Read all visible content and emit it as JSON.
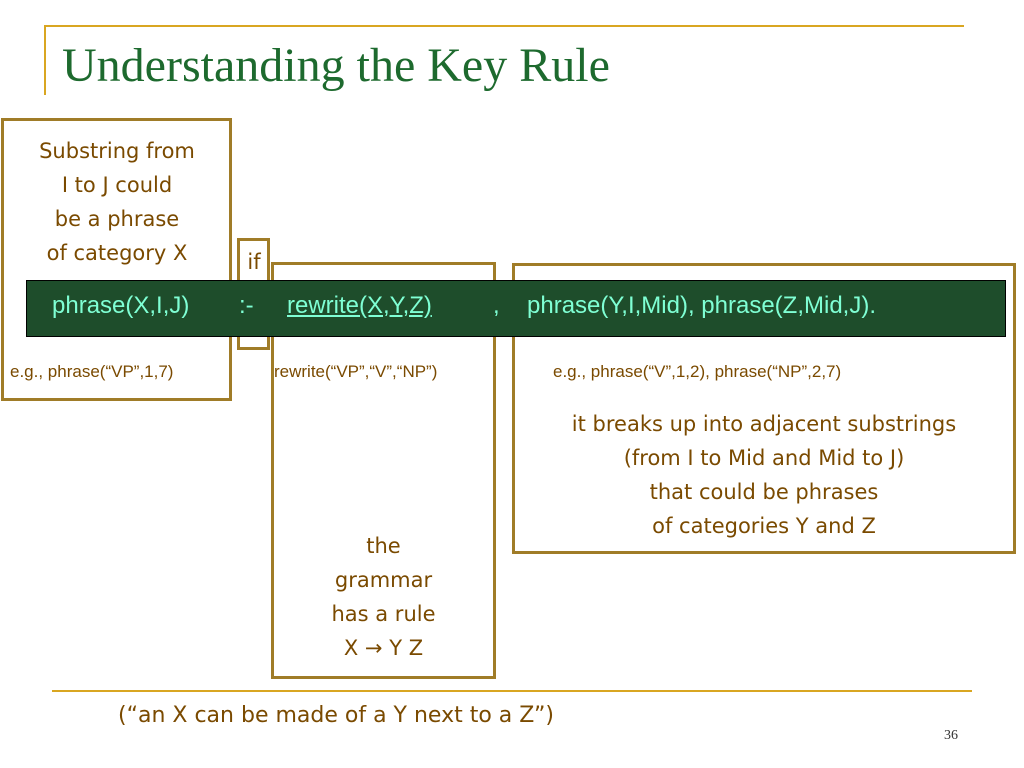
{
  "slide": {
    "title": "Understanding the Key Rule",
    "page_number": "36",
    "caption": "(“an X can be made of a Y next to a Z”)"
  },
  "rule": {
    "head": "phrase(X,I,J)",
    "neck": ":-",
    "rewrite": "rewrite(X,Y,Z)",
    "comma": ",",
    "body": "phrase(Y,I,Mid), phrase(Z,Mid,J)."
  },
  "examples": {
    "head": "e.g., phrase(“VP”,1,7)",
    "rewrite": "rewrite(“VP”,“V”,“NP”)",
    "body": "e.g., phrase(“V”,1,2),  phrase(“NP”,2,7)"
  },
  "notes": {
    "head_lines": [
      "Substring from",
      "I to J could",
      "be a phrase",
      "of category X"
    ],
    "if": "if",
    "grammar_lines": [
      "the",
      "grammar",
      "has a rule",
      "X → Y Z"
    ],
    "body_lines": [
      "it breaks up into adjacent substrings",
      "(from I to Mid and Mid to J)",
      "that could be phrases",
      "of categories Y and Z"
    ]
  },
  "colors": {
    "title": "#1d6a2e",
    "rule_bar": "#1e4d2b",
    "rule_text": "#7fffd4",
    "annotation": "#7a4a00",
    "box_border": "#a07c28",
    "accent_rule": "#d9a621"
  }
}
